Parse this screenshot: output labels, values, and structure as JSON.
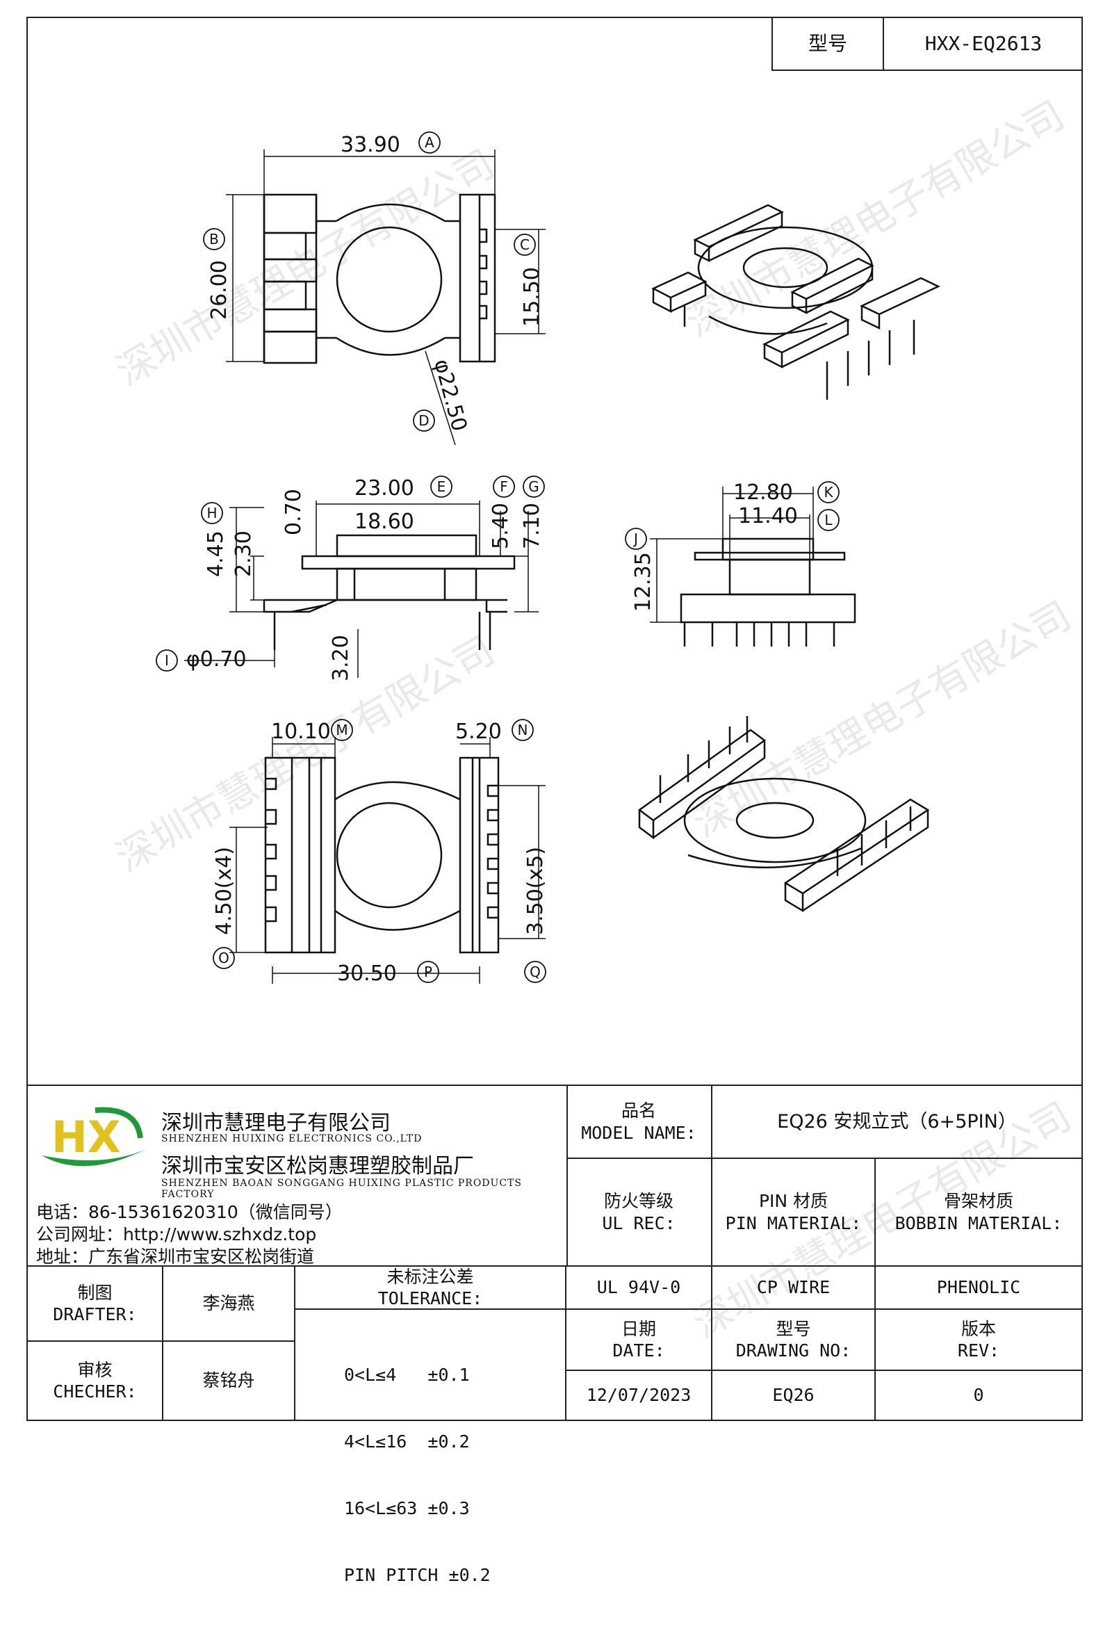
{
  "model_box": {
    "label": "型号",
    "value": "HXX-EQ2613"
  },
  "dimensions": {
    "top_width": "33.90",
    "top_height": "26.00",
    "slot_height": "15.50",
    "hole_dia": "φ22.50",
    "side_width_outer": "23.00",
    "side_width_inner": "18.60",
    "side_h1": "0.70",
    "side_h2": "2.30",
    "side_h3": "4.45",
    "side_h4": "5.40",
    "side_h5": "7.10",
    "pin_dia": "φ0.70",
    "pin_len": "3.20",
    "end_width_outer": "12.80",
    "end_width_inner": "11.40",
    "end_height": "12.35",
    "bottom_m": "10.10",
    "bottom_n": "5.20",
    "bottom_pitch_left": "4.50(x4)",
    "bottom_pitch_right": "3.50(x5)",
    "bottom_span": "30.50"
  },
  "callouts": {
    "A": "A",
    "B": "B",
    "C": "C",
    "D": "D",
    "E": "E",
    "F": "F",
    "G": "G",
    "H": "H",
    "I": "I",
    "J": "J",
    "K": "K",
    "L": "L",
    "M": "M",
    "N": "N",
    "O": "O",
    "P": "P",
    "Q": "Q"
  },
  "watermark": "深圳市慧理电子有限公司",
  "company": {
    "logo_text": "HX",
    "name_cn": "深圳市慧理电子有限公司",
    "name_en": "SHENZHEN HUIXING ELECTRONICS CO.,LTD",
    "factory_cn": "深圳市宝安区松岗惠理塑胶制品厂",
    "factory_en": "SHENZHEN BAOAN SONGGANG HUIXING PLASTIC PRODUCTS FACTORY",
    "phone": "电话：86-15361620310（微信同号）",
    "website": "公司网址：http://www.szhxdz.top",
    "address": "地址：广东省深圳市宝安区松岗街道"
  },
  "title_block": {
    "model_name_label_cn": "品名",
    "model_name_label_en": "MODEL NAME:",
    "model_name": "EQ26 安规立式（6+5PIN）",
    "ul_label_cn": "防火等级",
    "ul_label_en": "UL REC:",
    "pin_label_cn": "PIN 材质",
    "pin_label_en": "PIN MATERIAL:",
    "bobbin_label_cn": "骨架材质",
    "bobbin_label_en": "BOBBIN MATERIAL:",
    "ul_value": "UL 94V-0",
    "pin_value": "CP WIRE",
    "bobbin_value": "PHENOLIC",
    "drafter_cn": "制图",
    "drafter_en": "DRAFTER:",
    "drafter": "李海燕",
    "checker_cn": "审核",
    "checker_en": "CHECHER:",
    "checker": "蔡铭舟",
    "tolerance_cn": "未标注公差",
    "tolerance_en": "TOLERANCE:",
    "tolerances": [
      "0<L≤4   ±0.1",
      "4<L≤16  ±0.2",
      "16<L≤63 ±0.3",
      "PIN PITCH ±0.2"
    ],
    "date_cn": "日期",
    "date_en": "DATE:",
    "date": "12/07/2023",
    "drawing_no_cn": "型号",
    "drawing_no_en": "DRAWING NO:",
    "drawing_no": "EQ26",
    "rev_cn": "版本",
    "rev_en": "REV:",
    "rev": "0"
  }
}
